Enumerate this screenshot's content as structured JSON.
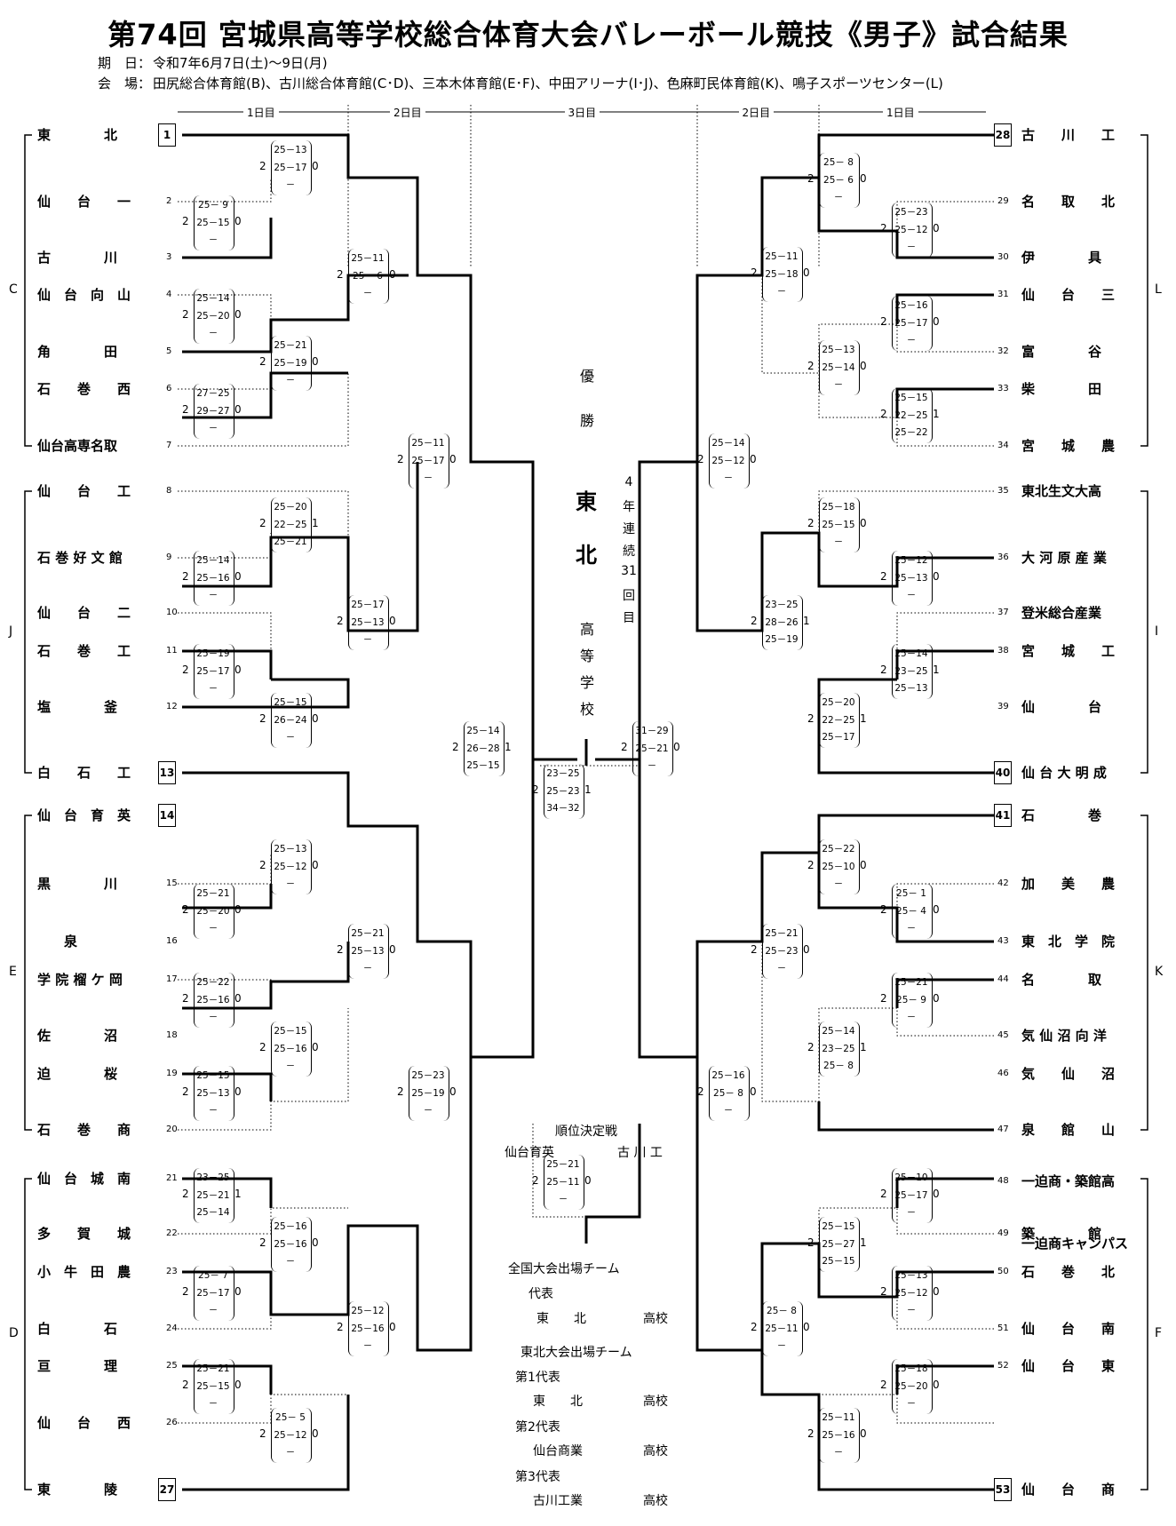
{
  "title": "第74回 宮城県高等学校総合体育大会バレーボール競技《男子》試合結果",
  "date_label": "期　日：",
  "date_value": "令和7年6月7日(土)～9日(月)",
  "venue_label": "会　場：",
  "venue_value": "田尻総合体育館(B)、古川総合体育館(C･D)、三本木体育館(E･F)、中田アリーナ(I･J)、色麻町民体育館(K)、鳴子スポーツセンター(L)",
  "day_labels": [
    "1日目",
    "2日目",
    "3日目",
    "2日目",
    "1日目"
  ],
  "groups": [
    "C",
    "J",
    "E",
    "D",
    "L",
    "I",
    "K",
    "F"
  ],
  "left_teams": [
    {
      "name": "東　　　　北",
      "seed": "1"
    },
    {
      "name": "仙　　台　　一",
      "seed": "2"
    },
    {
      "name": "古　　　　川",
      "seed": "3"
    },
    {
      "name": "仙　台　向　山",
      "seed": "4"
    },
    {
      "name": "角　　　　田",
      "seed": "5"
    },
    {
      "name": "石　　巻　　西",
      "seed": "6"
    },
    {
      "name": "仙台高専名取",
      "seed": "7"
    },
    {
      "name": "仙　　台　　工",
      "seed": "8"
    },
    {
      "name": "石 巻 好 文 館",
      "seed": "9"
    },
    {
      "name": "仙　　台　　二",
      "seed": "10"
    },
    {
      "name": "石　　巻　　工",
      "seed": "11"
    },
    {
      "name": "塩　　　　釜",
      "seed": "12"
    },
    {
      "name": "白　　石　　工",
      "seed": "13"
    },
    {
      "name": "仙　台　育　英",
      "seed": "14"
    },
    {
      "name": "黒　　　　川",
      "seed": "15"
    },
    {
      "name": "　　泉",
      "seed": "16"
    },
    {
      "name": "学 院 榴 ケ 岡",
      "seed": "17"
    },
    {
      "name": "佐　　　　沼",
      "seed": "18"
    },
    {
      "name": "迫　　　　桜",
      "seed": "19"
    },
    {
      "name": "石　　巻　　商",
      "seed": "20"
    },
    {
      "name": "仙　台　城　南",
      "seed": "21"
    },
    {
      "name": "多　　賀　　城",
      "seed": "22"
    },
    {
      "name": "小　牛　田　農",
      "seed": "23"
    },
    {
      "name": "白　　　　石",
      "seed": "24"
    },
    {
      "name": "亘　　　　理",
      "seed": "25"
    },
    {
      "name": "仙　　台　　西",
      "seed": "26"
    },
    {
      "name": "東　　　　陵",
      "seed": "27"
    }
  ],
  "right_teams": [
    {
      "name": "古　　川　　工",
      "seed": "28"
    },
    {
      "name": "名　　取　　北",
      "seed": "29"
    },
    {
      "name": "伊　　　　具",
      "seed": "30"
    },
    {
      "name": "仙　　台　　三",
      "seed": "31"
    },
    {
      "name": "富　　　　谷",
      "seed": "32"
    },
    {
      "name": "柴　　　　田",
      "seed": "33"
    },
    {
      "name": "宮　　城　　農",
      "seed": "34"
    },
    {
      "name": "東北生文大高",
      "seed": "35"
    },
    {
      "name": "大 河 原 産 業",
      "seed": "36"
    },
    {
      "name": "登米総合産業",
      "seed": "37"
    },
    {
      "name": "宮　　城　　工",
      "seed": "38"
    },
    {
      "name": "仙　　　　台",
      "seed": "39"
    },
    {
      "name": "仙 台 大 明 成",
      "seed": "40"
    },
    {
      "name": "石　　　　巻",
      "seed": "41"
    },
    {
      "name": "加　　美　　農",
      "seed": "42"
    },
    {
      "name": "東　北　学　院",
      "seed": "43"
    },
    {
      "name": "名　　　　取",
      "seed": "44"
    },
    {
      "name": "気 仙 沼 向 洋",
      "seed": "45"
    },
    {
      "name": "気　　仙　　沼",
      "seed": "46"
    },
    {
      "name": "泉　　館　　山",
      "seed": "47"
    },
    {
      "name": "一迫商・築館高",
      "seed": "48"
    },
    {
      "name": "築　　　　館",
      "seed": "49"
    },
    {
      "name": "石　　巻　　北",
      "seed": "50"
    },
    {
      "name": "仙　　台　　南",
      "seed": "51"
    },
    {
      "name": "仙　　台　　東",
      "seed": "52"
    },
    {
      "name": "仙　　台　　商",
      "seed": "53"
    }
  ],
  "right_team48_line2": "一迫商キャンパス",
  "scores": [
    {
      "s": [
        "25－13",
        "25－17",
        "－"
      ],
      "w": "2",
      "l": "0"
    },
    {
      "s": [
        "25－ 9",
        "25－15",
        "－"
      ],
      "w": "2",
      "l": "0"
    },
    {
      "s": [
        "25－11",
        "25－ 6",
        "－"
      ],
      "w": "2",
      "l": "0"
    },
    {
      "s": [
        "25－14",
        "25－20",
        "－"
      ],
      "w": "2",
      "l": "0"
    },
    {
      "s": [
        "25－21",
        "25－19",
        "－"
      ],
      "w": "2",
      "l": "0"
    },
    {
      "s": [
        "27－25",
        "29－27",
        "－"
      ],
      "w": "2",
      "l": "0"
    },
    {
      "s": [
        "25－11",
        "25－17",
        "－"
      ],
      "w": "2",
      "l": "0"
    },
    {
      "s": [
        "25－20",
        "22－25",
        "25－21"
      ],
      "w": "2",
      "l": "1"
    },
    {
      "s": [
        "25－14",
        "25－16",
        "－"
      ],
      "w": "2",
      "l": "0"
    },
    {
      "s": [
        "25－17",
        "25－13",
        "－"
      ],
      "w": "2",
      "l": "0"
    },
    {
      "s": [
        "25－19",
        "25－17",
        "－"
      ],
      "w": "2",
      "l": "0"
    },
    {
      "s": [
        "25－15",
        "26－24",
        "－"
      ],
      "w": "2",
      "l": "0"
    },
    {
      "s": [
        "25－14",
        "26－28",
        "25－15"
      ],
      "w": "2",
      "l": "1"
    },
    {
      "s": [
        "25－13",
        "25－12",
        "－"
      ],
      "w": "2",
      "l": "0"
    },
    {
      "s": [
        "25－21",
        "25－20",
        "－"
      ],
      "w": "2",
      "l": "0"
    },
    {
      "s": [
        "25－21",
        "25－13",
        "－"
      ],
      "w": "2",
      "l": "0"
    },
    {
      "s": [
        "25－22",
        "25－16",
        "－"
      ],
      "w": "2",
      "l": "0"
    },
    {
      "s": [
        "25－15",
        "25－16",
        "－"
      ],
      "w": "2",
      "l": "0"
    },
    {
      "s": [
        "25－15",
        "25－13",
        "－"
      ],
      "w": "2",
      "l": "0"
    },
    {
      "s": [
        "25－23",
        "25－19",
        "－"
      ],
      "w": "2",
      "l": "0"
    },
    {
      "s": [
        "23－25",
        "25－21",
        "25－14"
      ],
      "w": "2",
      "l": "1"
    },
    {
      "s": [
        "25－16",
        "25－16",
        "－"
      ],
      "w": "2",
      "l": "0"
    },
    {
      "s": [
        "25－ 7",
        "25－17",
        "－"
      ],
      "w": "2",
      "l": "0"
    },
    {
      "s": [
        "25－12",
        "25－16",
        "－"
      ],
      "w": "2",
      "l": "0"
    },
    {
      "s": [
        "25－21",
        "25－15",
        "－"
      ],
      "w": "2",
      "l": "0"
    },
    {
      "s": [
        "25－ 5",
        "25－12",
        "－"
      ],
      "w": "2",
      "l": "0"
    },
    {
      "s": [
        "25－ 8",
        "25－ 6",
        "－"
      ],
      "w": "2",
      "l": "0"
    },
    {
      "s": [
        "25－23",
        "25－12",
        "－"
      ],
      "w": "2",
      "l": "0"
    },
    {
      "s": [
        "25－11",
        "25－18",
        "－"
      ],
      "w": "2",
      "l": "0"
    },
    {
      "s": [
        "25－16",
        "25－17",
        "－"
      ],
      "w": "2",
      "l": "0"
    },
    {
      "s": [
        "25－13",
        "25－14",
        "－"
      ],
      "w": "2",
      "l": "0"
    },
    {
      "s": [
        "25－15",
        "22－25",
        "25－22"
      ],
      "w": "2",
      "l": "1"
    },
    {
      "s": [
        "25－14",
        "25－12",
        "－"
      ],
      "w": "2",
      "l": "0"
    },
    {
      "s": [
        "25－18",
        "25－15",
        "－"
      ],
      "w": "2",
      "l": "0"
    },
    {
      "s": [
        "25－12",
        "25－13",
        "－"
      ],
      "w": "2",
      "l": "0"
    },
    {
      "s": [
        "23－25",
        "28－26",
        "25－19"
      ],
      "w": "2",
      "l": "1"
    },
    {
      "s": [
        "25－14",
        "23－25",
        "25－13"
      ],
      "w": "2",
      "l": "1"
    },
    {
      "s": [
        "25－20",
        "22－25",
        "25－17"
      ],
      "w": "2",
      "l": "1"
    },
    {
      "s": [
        "31－29",
        "25－21",
        "－"
      ],
      "w": "2",
      "l": "0"
    },
    {
      "s": [
        "23－25",
        "25－23",
        "34－32"
      ],
      "w": "2",
      "l": "1"
    },
    {
      "s": [
        "25－22",
        "25－10",
        "－"
      ],
      "w": "2",
      "l": "0"
    },
    {
      "s": [
        "25－ 1",
        "25－ 4",
        "－"
      ],
      "w": "2",
      "l": "0"
    },
    {
      "s": [
        "25－21",
        "25－23",
        "－"
      ],
      "w": "2",
      "l": "0"
    },
    {
      "s": [
        "25－21",
        "25－ 9",
        "－"
      ],
      "w": "2",
      "l": "0"
    },
    {
      "s": [
        "25－14",
        "23－25",
        "25－ 8"
      ],
      "w": "2",
      "l": "1"
    },
    {
      "s": [
        "25－16",
        "25－ 8",
        "－"
      ],
      "w": "2",
      "l": "0"
    },
    {
      "s": [
        "25－10",
        "25－17",
        "－"
      ],
      "w": "2",
      "l": "0"
    },
    {
      "s": [
        "25－15",
        "25－27",
        "25－15"
      ],
      "w": "2",
      "l": "1"
    },
    {
      "s": [
        "25－13",
        "25－12",
        "－"
      ],
      "w": "2",
      "l": "0"
    },
    {
      "s": [
        "25－ 8",
        "25－11",
        "－"
      ],
      "w": "2",
      "l": "0"
    },
    {
      "s": [
        "25－18",
        "25－20",
        "－"
      ],
      "w": "2",
      "l": "0"
    },
    {
      "s": [
        "25－11",
        "25－16",
        "－"
      ],
      "w": "2",
      "l": "0"
    },
    {
      "s": [
        "25－21",
        "25－11",
        "－"
      ],
      "w": "2",
      "l": "0"
    }
  ],
  "champion": {
    "label": [
      "優",
      "勝"
    ],
    "team": [
      "東",
      "北"
    ],
    "school": [
      "高",
      "等",
      "学",
      "校"
    ],
    "streak": [
      "4",
      "年",
      "連",
      "続",
      "31",
      "回",
      "目"
    ]
  },
  "placement": {
    "title": "順位決定戦",
    "left": "仙台育英",
    "right": "古 川 工"
  },
  "national": {
    "title": "全国大会出場チーム",
    "rep": "代表",
    "team": "東　　北",
    "school": "高校"
  },
  "tohoku": {
    "title": "東北大会出場チーム",
    "items": [
      {
        "label": "第1代表",
        "team": "東　　北",
        "school": "高校"
      },
      {
        "label": "第2代表",
        "team": "仙台商業",
        "school": "高校"
      },
      {
        "label": "第3代表",
        "team": "古川工業",
        "school": "高校"
      }
    ]
  }
}
